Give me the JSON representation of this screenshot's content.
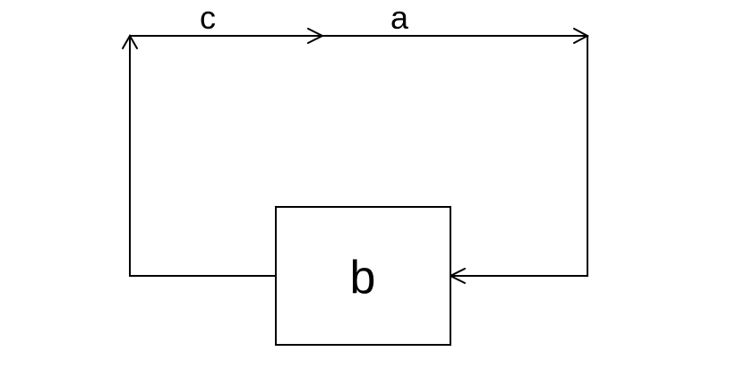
{
  "diagram": {
    "block": {
      "label": "b"
    },
    "edges": {
      "top_left": {
        "label": "c"
      },
      "top_right": {
        "label": "a"
      }
    }
  },
  "colors": {
    "stroke": "#000000",
    "background": "#ffffff"
  }
}
